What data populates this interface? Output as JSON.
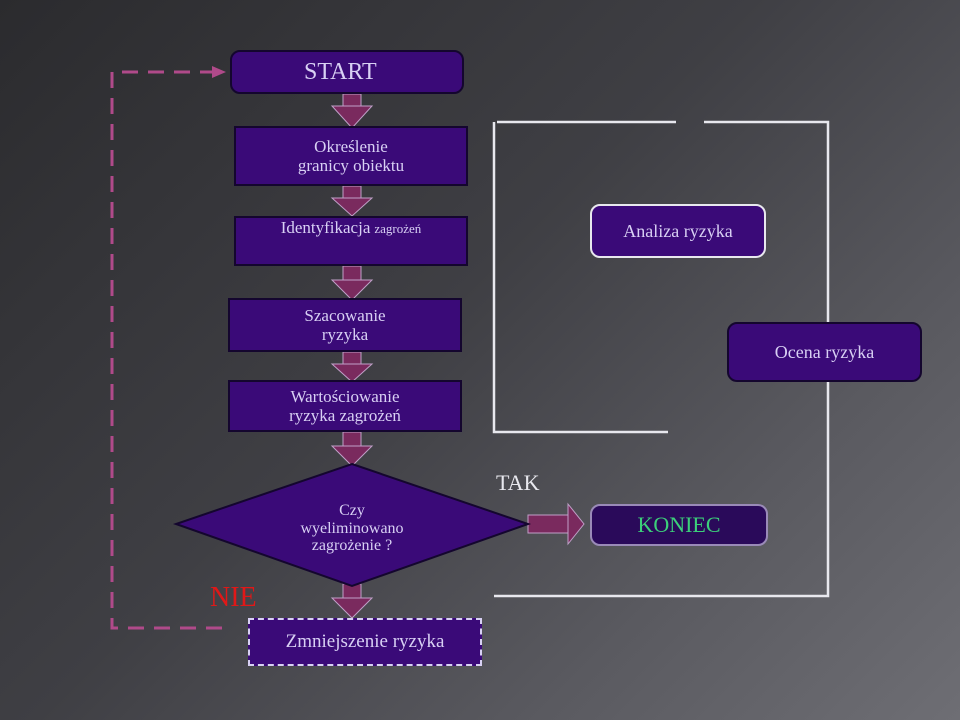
{
  "nodes": {
    "start": "START",
    "boundary": [
      "Określenie",
      "granicy obiektu"
    ],
    "identification": {
      "main": "Identyfikacja",
      "small": "zagrożeń"
    },
    "estimation": [
      "Szacowanie",
      "ryzyka"
    ],
    "evaluation": [
      "Wartościowanie",
      "ryzyka zagrożeń"
    ],
    "decision": [
      "Czy",
      "wyeliminowano",
      "zagrożenie ?"
    ],
    "reduction": "Zmniejszenie ryzyka",
    "end": "KONIEC"
  },
  "groups": {
    "analysis": "Analiza ryzyka",
    "assessment": "Ocena ryzyka"
  },
  "edge_labels": {
    "yes": "TAK",
    "no": "NIE"
  },
  "colors": {
    "box_fill": "#3a0a78",
    "box_text": "#d8d0f4",
    "arrow_fill": "#7a2a5e",
    "dashed_line": "#b04a8a",
    "end_text": "#3cd07a",
    "no_text": "#e01818"
  }
}
